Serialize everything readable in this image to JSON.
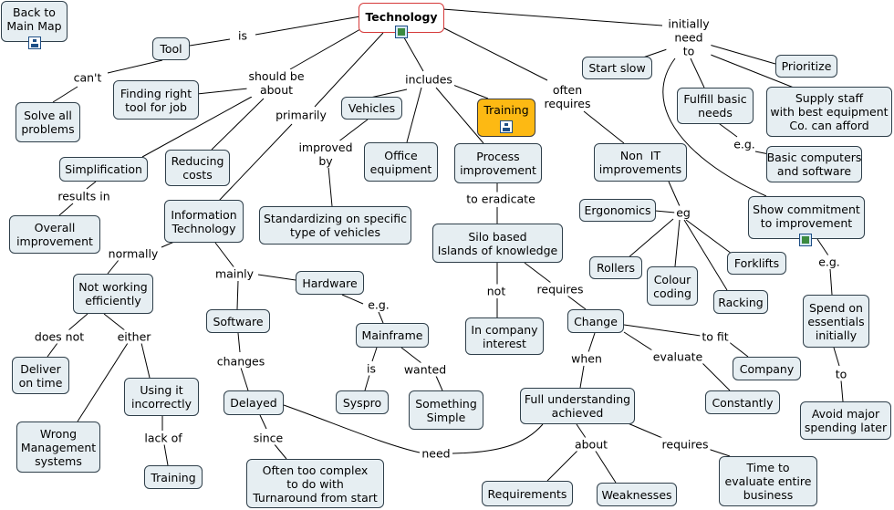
{
  "nodes": {
    "technology": "Technology",
    "back": "Back to\nMain Map",
    "tool": "Tool",
    "finding": "Finding right\ntool for job",
    "solve": "Solve all\nproblems",
    "simplification": "Simplification",
    "reducing": "Reducing\ncosts",
    "overall": "Overall\nimprovement",
    "infotech": "Information\nTechnology",
    "vehicles": "Vehicles",
    "office": "Office\nequipment",
    "training_top": "Training",
    "process": "Process\nimprovement",
    "standardizing": "Standardizing on specific\ntype of vehicles",
    "silo": "Silo based\nIslands of knowledge",
    "in_company": "In company\ninterest",
    "non_it": "Non  IT\nimprovements",
    "start_slow": "Start slow",
    "prioritize": "Prioritize",
    "fulfill": "Fulfill basic\nneeds",
    "supply": "Supply staff\nwith best equipment\nCo. can afford",
    "basic_computers": "Basic computers\nand software",
    "ergonomics": "Ergonomics",
    "rollers": "Rollers",
    "colour": "Colour\ncoding",
    "forklifts": "Forklifts",
    "racking": "Racking",
    "show_commitment": "Show commitment\nto improvement",
    "spend": "Spend on\nessentials\ninitially",
    "avoid": "Avoid major\nspending later",
    "not_working": "Not working\nefficiently",
    "deliver": "Deliver\non time",
    "wrong": "Wrong\nManagement\nsystems",
    "using_it": "Using it\nincorrectly",
    "training_bottom": "Training",
    "hardware": "Hardware",
    "software": "Software",
    "mainframe": "Mainframe",
    "syspro": "Syspro",
    "something": "Something\nSimple",
    "delayed": "Delayed",
    "too_complex": "Often too complex\nto do with\nTurnaround from start",
    "change": "Change",
    "company": "Company",
    "constantly": "Constantly",
    "full_understanding": "Full understanding\nachieved",
    "requirements": "Requirements",
    "weaknesses": "Weaknesses",
    "time_evaluate": "Time to\nevaluate entire\nbusiness"
  },
  "links": {
    "is": "is",
    "cant": "can't",
    "should_be_about": "should be\nabout",
    "results_in": "results in",
    "primarily": "primarily",
    "includes": "includes",
    "improved_by": "improved\nby",
    "to_eradicate": "to eradicate",
    "not": "not",
    "requires_silo": "requires",
    "often_requires": "often\nrequires",
    "initially_need_to": "initially\nneed\nto",
    "eg_basic": "e.g.",
    "eg_ergonomics": "eg",
    "eg_spend": "e.g.",
    "to_avoid": "to",
    "normally": "normally",
    "does_not": "does  not",
    "either": "either",
    "lack_of": "lack of",
    "mainly": "mainly",
    "eg_mainframe": "e.g.",
    "is_syspro": "is",
    "wanted": "wanted",
    "changes": "changes",
    "since": "since",
    "need": "need",
    "to_fit": "to fit",
    "evaluate": "evaluate",
    "when": "when",
    "about": "about",
    "requires_time": "requires"
  },
  "icons": {
    "technology": "film-resource-icon",
    "back": "concept-map-icon",
    "training": "concept-map-icon",
    "show_commitment": "film-resource-icon"
  },
  "colors": {
    "node_fill": "#e6eef2",
    "node_border": "#2f3f4a",
    "root_border": "#d63a3a",
    "highlight_fill": "#fdb913"
  }
}
